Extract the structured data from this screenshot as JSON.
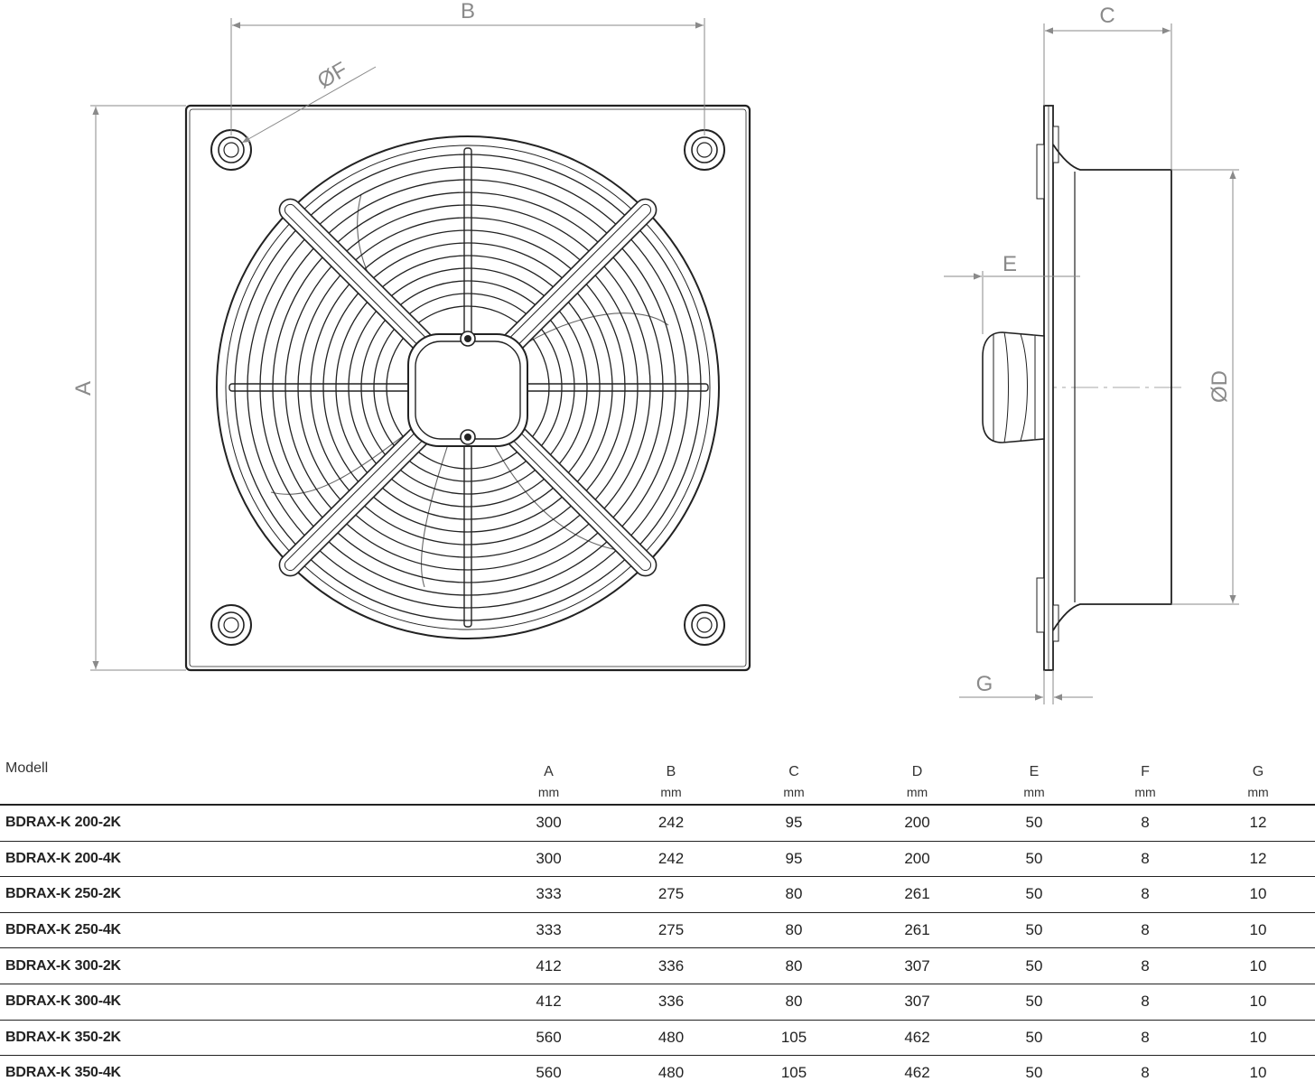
{
  "dimension_labels": {
    "A": "A",
    "B": "B",
    "C": "C",
    "D": "ØD",
    "E": "E",
    "F": "ØF",
    "G": "G"
  },
  "table": {
    "model_header": "Modell",
    "columns": [
      {
        "letter": "A",
        "unit": "mm"
      },
      {
        "letter": "B",
        "unit": "mm"
      },
      {
        "letter": "C",
        "unit": "mm"
      },
      {
        "letter": "D",
        "unit": "mm"
      },
      {
        "letter": "E",
        "unit": "mm"
      },
      {
        "letter": "F",
        "unit": "mm"
      },
      {
        "letter": "G",
        "unit": "mm"
      }
    ],
    "rows": [
      {
        "model": "BDRAX-K 200-2K",
        "values": [
          "300",
          "242",
          "95",
          "200",
          "50",
          "8",
          "12"
        ]
      },
      {
        "model": "BDRAX-K 200-4K",
        "values": [
          "300",
          "242",
          "95",
          "200",
          "50",
          "8",
          "12"
        ]
      },
      {
        "model": "BDRAX-K 250-2K",
        "values": [
          "333",
          "275",
          "80",
          "261",
          "50",
          "8",
          "10"
        ]
      },
      {
        "model": "BDRAX-K 250-4K",
        "values": [
          "333",
          "275",
          "80",
          "261",
          "50",
          "8",
          "10"
        ]
      },
      {
        "model": "BDRAX-K 300-2K",
        "values": [
          "412",
          "336",
          "80",
          "307",
          "50",
          "8",
          "10"
        ]
      },
      {
        "model": "BDRAX-K 300-4K",
        "values": [
          "412",
          "336",
          "80",
          "307",
          "50",
          "8",
          "10"
        ]
      },
      {
        "model": "BDRAX-K 350-2K",
        "values": [
          "560",
          "480",
          "105",
          "462",
          "50",
          "8",
          "10"
        ]
      },
      {
        "model": "BDRAX-K 350-4K",
        "values": [
          "560",
          "480",
          "105",
          "462",
          "50",
          "8",
          "10"
        ]
      }
    ]
  },
  "colors": {
    "line": "#222222",
    "dimension": "#8a8a8a"
  }
}
